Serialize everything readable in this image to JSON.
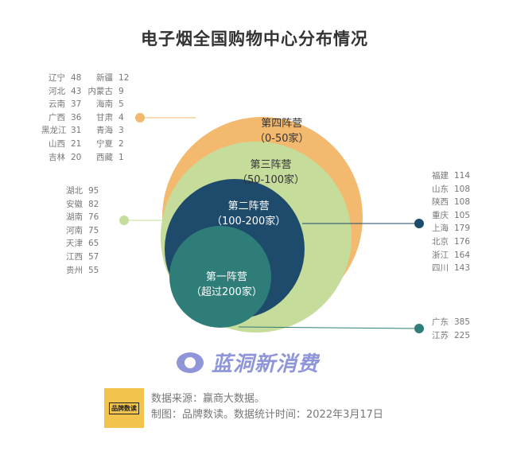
{
  "title": "电子烟全国购物中心分布情况",
  "colors": {
    "tier4": "#f3b96e",
    "tier3": "#c5dc9a",
    "tier2": "#1e4a6b",
    "tier1": "#2e7d78"
  },
  "tiers": [
    {
      "name": "第四阵营",
      "range": "（0-50家）",
      "regions": [
        {
          "n": "辽宁",
          "v": "48"
        },
        {
          "n": "河北",
          "v": "43"
        },
        {
          "n": "云南",
          "v": "37"
        },
        {
          "n": "广西",
          "v": "36"
        },
        {
          "n": "黑龙江",
          "v": "31"
        },
        {
          "n": "山西",
          "v": "21"
        },
        {
          "n": "吉林",
          "v": "20"
        },
        {
          "n": "新疆",
          "v": "12"
        },
        {
          "n": "内蒙古",
          "v": "9"
        },
        {
          "n": "海南",
          "v": "5"
        },
        {
          "n": "甘肃",
          "v": "4"
        },
        {
          "n": "青海",
          "v": "3"
        },
        {
          "n": "宁夏",
          "v": "2"
        },
        {
          "n": "西藏",
          "v": "1"
        }
      ]
    },
    {
      "name": "第三阵营",
      "range": "（50-100家）",
      "regions": [
        {
          "n": "湖北",
          "v": "95"
        },
        {
          "n": "安徽",
          "v": "82"
        },
        {
          "n": "湖南",
          "v": "76"
        },
        {
          "n": "河南",
          "v": "75"
        },
        {
          "n": "天津",
          "v": "65"
        },
        {
          "n": "江西",
          "v": "57"
        },
        {
          "n": "贵州",
          "v": "55"
        }
      ]
    },
    {
      "name": "第二阵营",
      "range": "（100-200家）",
      "regions": [
        {
          "n": "福建",
          "v": "114"
        },
        {
          "n": "山东",
          "v": "108"
        },
        {
          "n": "陕西",
          "v": "108"
        },
        {
          "n": "重庆",
          "v": "105"
        },
        {
          "n": "上海",
          "v": "179"
        },
        {
          "n": "北京",
          "v": "176"
        },
        {
          "n": "浙江",
          "v": "164"
        },
        {
          "n": "四川",
          "v": "143"
        }
      ]
    },
    {
      "name": "第一阵营",
      "range": "（超过200家）",
      "regions": [
        {
          "n": "广东",
          "v": "385"
        },
        {
          "n": "江苏",
          "v": "225"
        }
      ]
    }
  ],
  "watermark": "蓝洞新消费",
  "logo_text": "品牌数读",
  "source_line": "数据来源：赢商大数据。",
  "credit_line": "制图：品牌数读。数据统计时间：2022年3月17日"
}
